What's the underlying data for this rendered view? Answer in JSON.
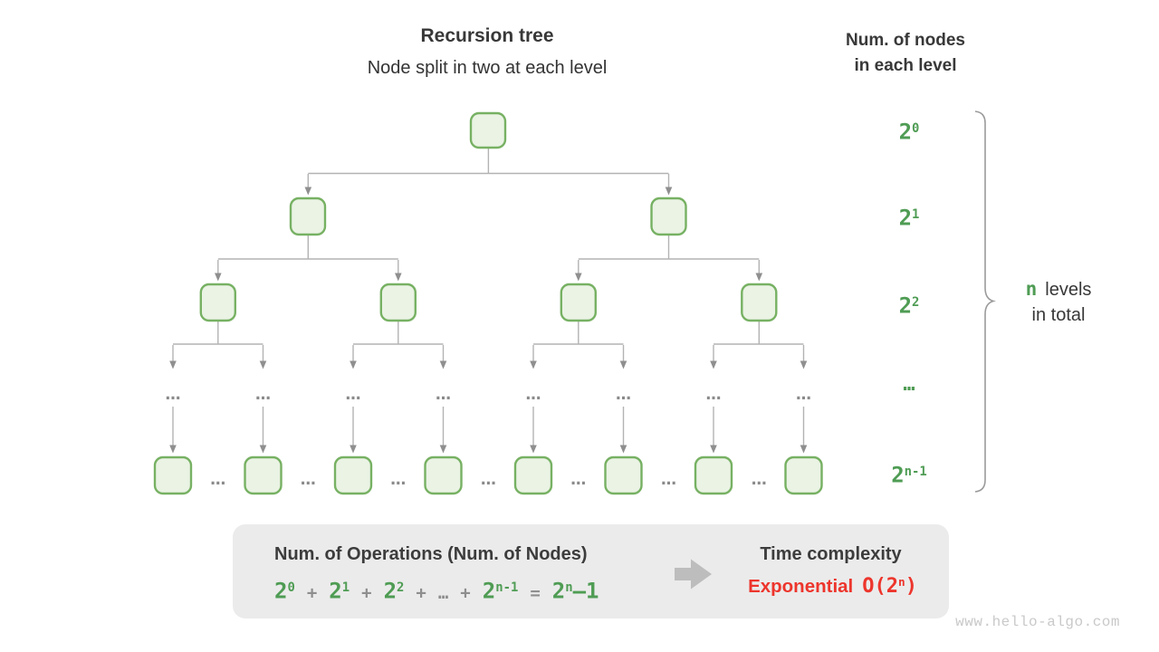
{
  "header": {
    "title": "Recursion tree",
    "subtitle": "Node split in two at each level",
    "right_line1": "Num. of nodes",
    "right_line2": "in each level"
  },
  "tree": {
    "ellipsis": "…",
    "levels_shown": 4,
    "branching_factor": 2
  },
  "levels": [
    {
      "base": "2",
      "sup": "0"
    },
    {
      "base": "2",
      "sup": "1"
    },
    {
      "base": "2",
      "sup": "2"
    },
    {
      "dots": "…"
    },
    {
      "base": "2",
      "sup": "n-1"
    }
  ],
  "brace_note": {
    "n": "n",
    "levels_word": "levels",
    "line2": "in total"
  },
  "summary": {
    "title": "Num. of Operations (Num. of Nodes)",
    "formula": [
      {
        "t": "2",
        "s": "0"
      },
      {
        "t": "+"
      },
      {
        "t": "2",
        "s": "1"
      },
      {
        "t": "+"
      },
      {
        "t": "2",
        "s": "2"
      },
      {
        "t": "+"
      },
      {
        "t": "…"
      },
      {
        "t": "+"
      },
      {
        "t": "2",
        "s": "n-1"
      },
      {
        "t": "="
      },
      {
        "t": "2",
        "s": "n",
        "tail": "–1"
      }
    ],
    "right_title": "Time complexity",
    "exponential": "Exponential",
    "o_prefix": "O(2",
    "o_sup": "n",
    "o_suffix": ")"
  },
  "watermark": "www.hello-algo.com",
  "colors": {
    "node_fill": "#eaf3e4",
    "node_stroke": "#77b163",
    "green_text": "#4f9c54",
    "red_text": "#ed352c",
    "connector": "#b3b3b3",
    "box_bg": "#ebebeb"
  }
}
